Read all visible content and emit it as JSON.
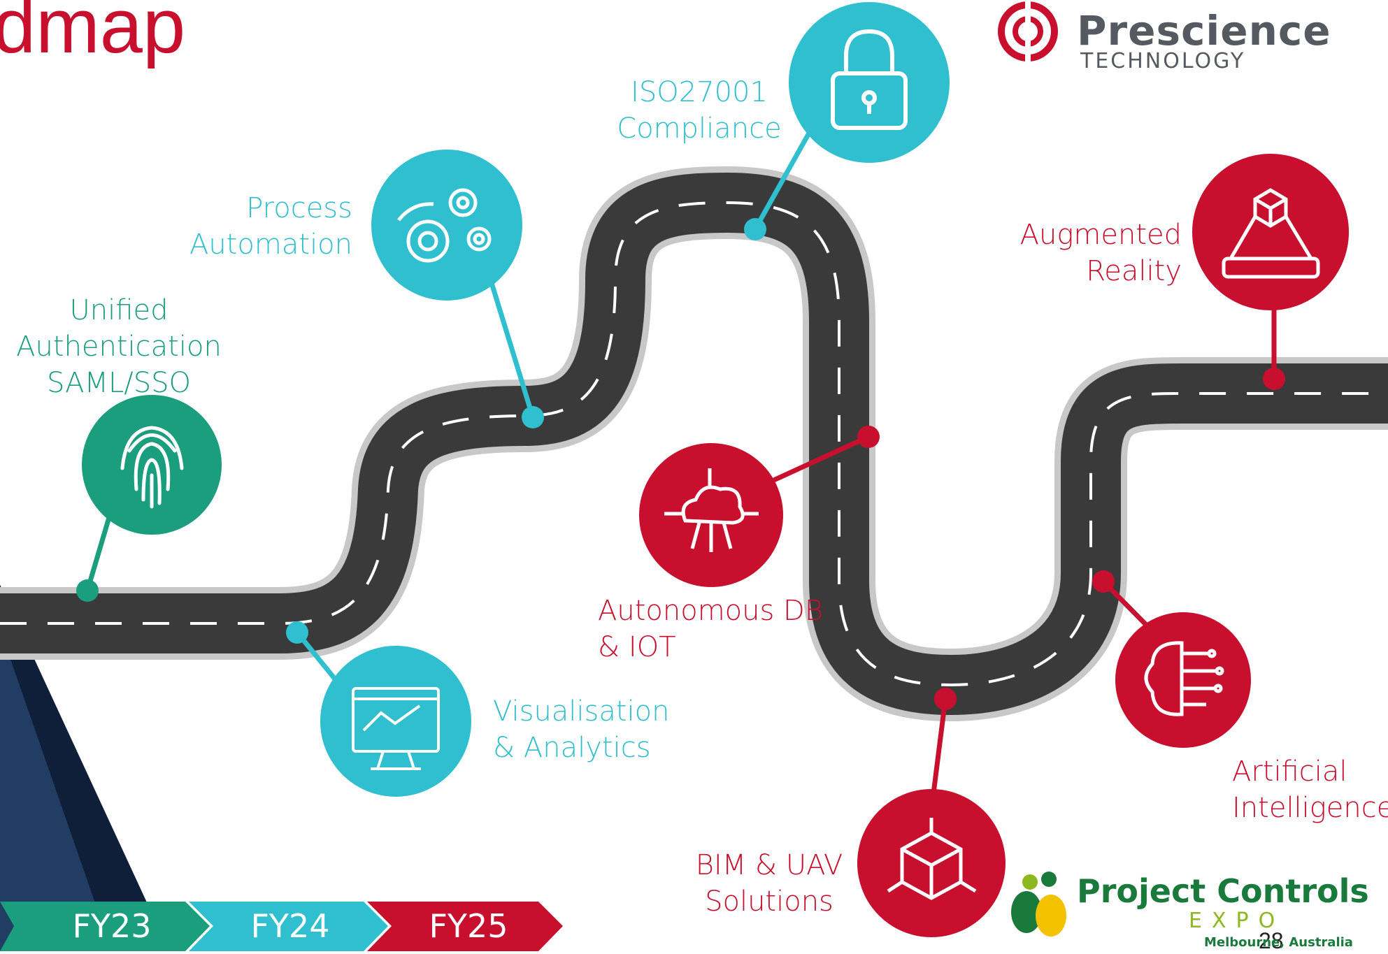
{
  "title": "dmap",
  "brand": {
    "name": "Prescience",
    "sub": "TECHNOLOGY"
  },
  "milestones": [
    {
      "label_lines": [
        "Unified",
        "Authentication",
        "SAML/SSO"
      ],
      "icon": "fingerprint-icon",
      "color": "#1a9e7e"
    },
    {
      "label_lines": [
        "Visualisation",
        "& Analytics"
      ],
      "icon": "analytics-monitor-icon",
      "color": "#2fbfce"
    },
    {
      "label_lines": [
        "Process",
        "Automation"
      ],
      "icon": "gears-icon",
      "color": "#2fbfce"
    },
    {
      "label_lines": [
        "ISO27001",
        "Compliance"
      ],
      "icon": "padlock-icon",
      "color": "#2fbfce"
    },
    {
      "label_lines": [
        "Autonomous DB",
        "& IOT"
      ],
      "icon": "cloud-network-icon",
      "color": "#c8102e"
    },
    {
      "label_lines": [
        "BIM & UAV",
        "Solutions"
      ],
      "icon": "3d-cube-icon",
      "color": "#c8102e"
    },
    {
      "label_lines": [
        "Artificial",
        "Intelligence"
      ],
      "icon": "brain-circuit-icon",
      "color": "#c8102e"
    },
    {
      "label_lines": [
        "Augmented",
        "Reality"
      ],
      "icon": "ar-cube-tablet-icon",
      "color": "#c8102e"
    }
  ],
  "phases": [
    {
      "label": "FY23",
      "color": "#1a9e7e"
    },
    {
      "label": "FY24",
      "color": "#2fbfce"
    },
    {
      "label": "FY25",
      "color": "#c8102e"
    }
  ],
  "event": {
    "name": "Project Controls",
    "sub": "EXPO",
    "location": "Melbourne, Australia"
  },
  "page_number": "28"
}
